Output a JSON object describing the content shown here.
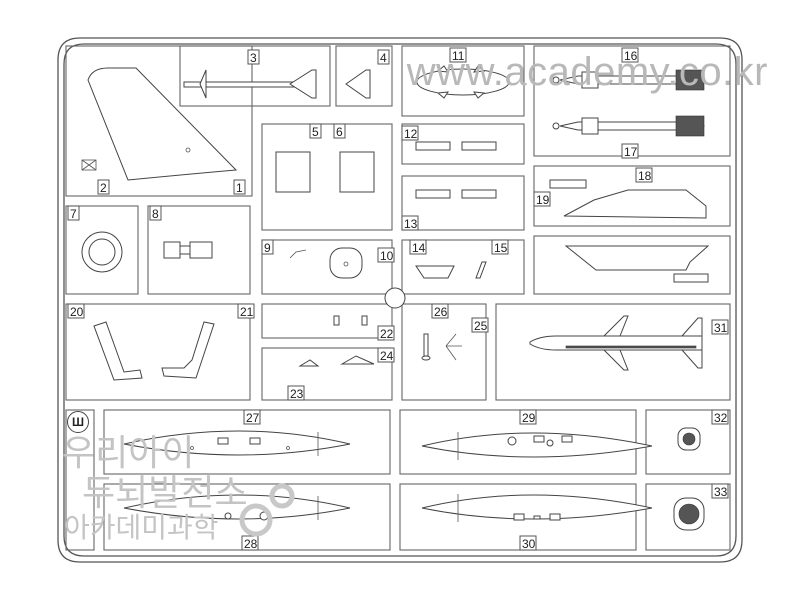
{
  "sheet": {
    "title": "Plastic model sprue parts layout",
    "watermark_url": "www.academy.co.kr",
    "watermark_korean_lines": [
      "우리아이",
      "두뇌발전소",
      "아카데미과학"
    ],
    "sprue_letter": "Ш"
  },
  "parts": [
    {
      "number": "1",
      "name": "vertical-tail"
    },
    {
      "number": "2",
      "name": "small-part"
    },
    {
      "number": "3",
      "name": "missile-body"
    },
    {
      "number": "4",
      "name": "missile-fins"
    },
    {
      "number": "5",
      "name": "panel-left"
    },
    {
      "number": "6",
      "name": "panel-right"
    },
    {
      "number": "7",
      "name": "ring"
    },
    {
      "number": "8",
      "name": "bracket"
    },
    {
      "number": "9",
      "name": "lever"
    },
    {
      "number": "10",
      "name": "round-plate"
    },
    {
      "number": "11",
      "name": "pod"
    },
    {
      "number": "12",
      "name": "pylon-upper"
    },
    {
      "number": "13",
      "name": "pylon-lower"
    },
    {
      "number": "14",
      "name": "tray"
    },
    {
      "number": "15",
      "name": "strut"
    },
    {
      "number": "16",
      "name": "bomb-upper"
    },
    {
      "number": "17",
      "name": "bomb-lower"
    },
    {
      "number": "18",
      "name": "rack"
    },
    {
      "number": "19",
      "name": "rack-adapter"
    },
    {
      "number": "20",
      "name": "seat-left"
    },
    {
      "number": "21",
      "name": "seat-right"
    },
    {
      "number": "22",
      "name": "small-cylinders"
    },
    {
      "number": "23",
      "name": "antenna-a"
    },
    {
      "number": "24",
      "name": "antenna-b"
    },
    {
      "number": "25",
      "name": "fork"
    },
    {
      "number": "26",
      "name": "probe"
    },
    {
      "number": "27",
      "name": "tank-half-a"
    },
    {
      "number": "28",
      "name": "tank-half-b"
    },
    {
      "number": "29",
      "name": "tank-half-c"
    },
    {
      "number": "30",
      "name": "tank-half-d"
    },
    {
      "number": "31",
      "name": "missile-long"
    },
    {
      "number": "32",
      "name": "wheel-a"
    },
    {
      "number": "33",
      "name": "wheel-b"
    }
  ]
}
